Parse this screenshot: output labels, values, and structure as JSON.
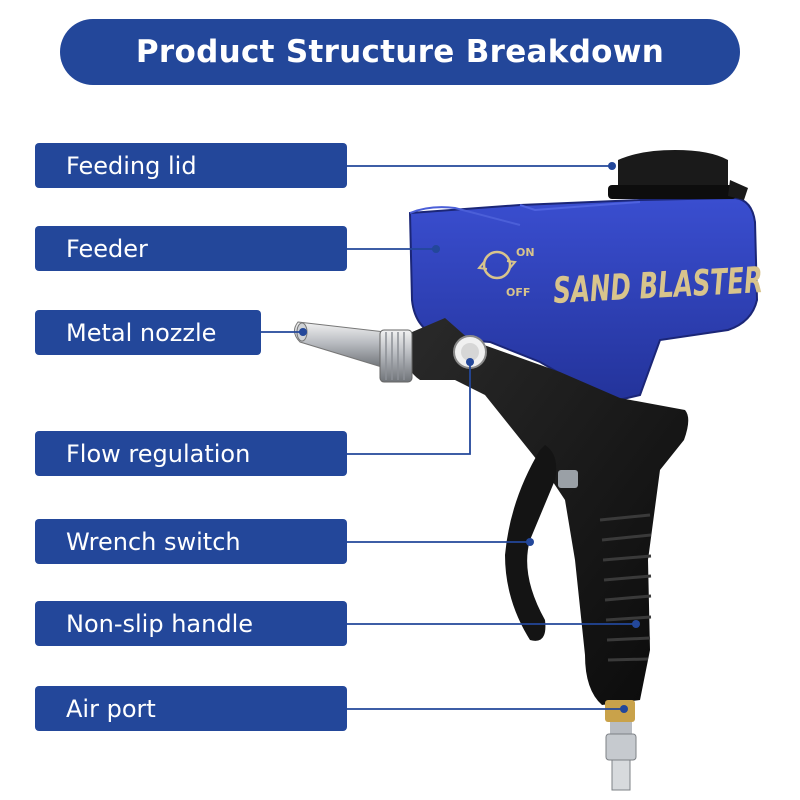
{
  "title": "Product Structure Breakdown",
  "product_text": "SAND BLASTER",
  "switch_on": "ON",
  "switch_off": "OFF",
  "labels": [
    "Feeding lid",
    "Feeder",
    "Metal nozzle",
    "Flow regulation",
    "Wrench switch",
    "Non-slip handle",
    "Air port"
  ],
  "colors": {
    "box_blue": "#23479a",
    "feeder_blue": "#2b3db0",
    "lettering_gold": "#d8c48c",
    "body_black": "#111111"
  }
}
